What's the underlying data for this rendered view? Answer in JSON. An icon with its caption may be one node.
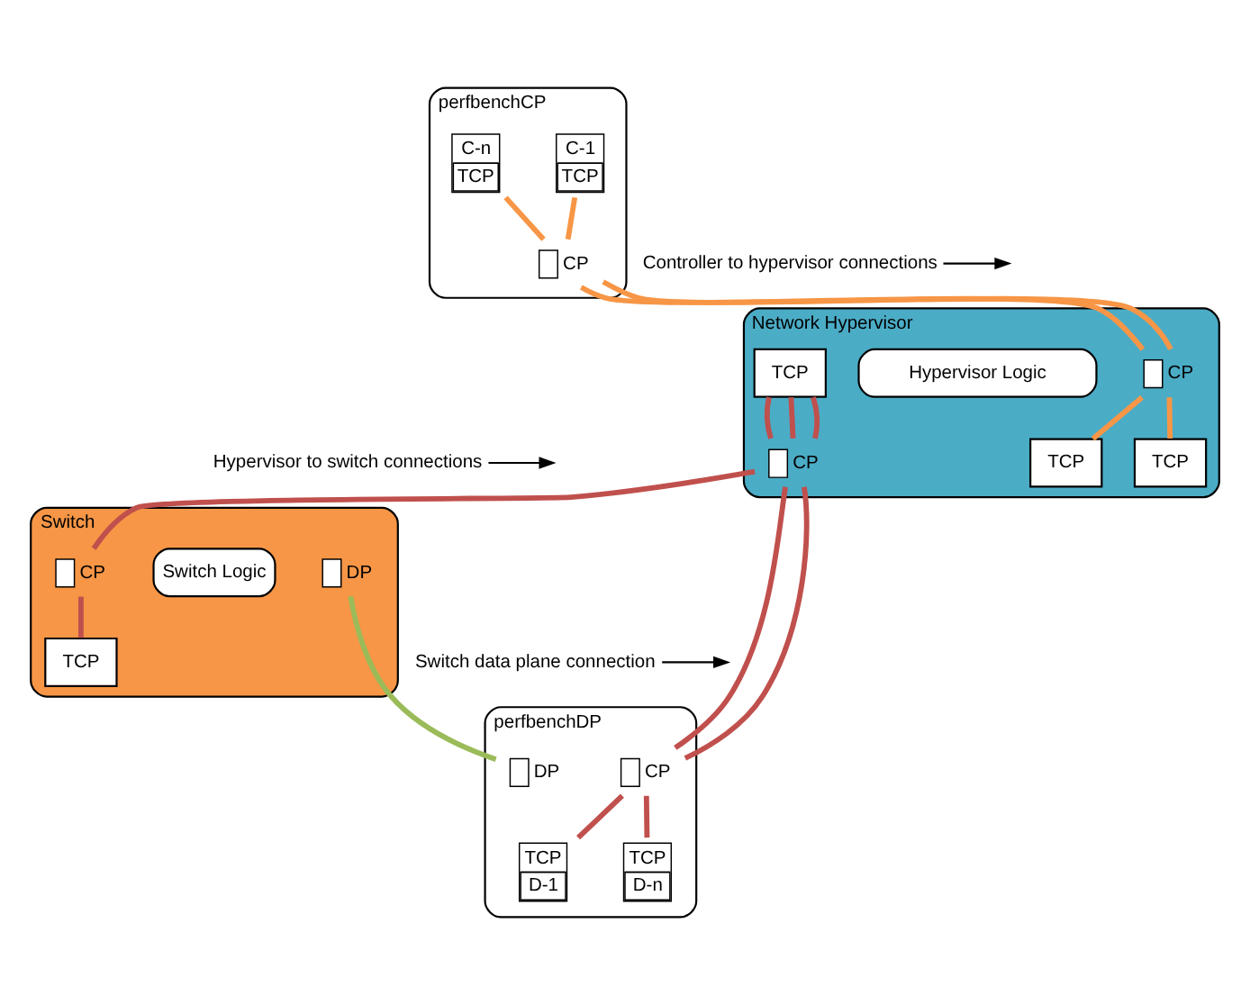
{
  "diagram": {
    "nodes": [
      {
        "text": [
          "perfbenchCP"
        ]
      },
      {
        "text": [
          "C-1",
          "TCP"
        ],
        "in": 0
      },
      {
        "text": [
          "C-n",
          "TCP"
        ],
        "in": 0
      },
      {
        "text": [],
        "shape": "box",
        "beside": [
          "CP"
        ],
        "in": 0
      },
      {
        "text": [
          "Network Hypervisor"
        ]
      },
      {
        "text": [],
        "shape": "box",
        "beside": [
          "CP"
        ],
        "in": 4
      },
      {
        "text": [
          "TCP"
        ],
        "in": 4
      },
      {
        "text": [
          "TCP"
        ],
        "in": 4
      },
      {
        "text": [
          "Hypervisor Logic"
        ],
        "in": 4
      },
      {
        "text": [
          "TCP"
        ],
        "in": 4
      },
      {
        "text": [],
        "shape": "box",
        "beside": [
          "CP"
        ],
        "in": 4
      },
      {
        "text": [
          "Switch"
        ]
      },
      {
        "text": [],
        "shape": "box",
        "beside": [
          "CP"
        ],
        "in": 11
      },
      {
        "text": [
          "Switch Logic"
        ],
        "in": 11
      },
      {
        "text": [
          "TCP"
        ],
        "in": 11
      },
      {
        "text": [],
        "shape": "box",
        "beside": [
          "DP"
        ],
        "in": 11
      },
      {
        "text": [
          "perfbenchDP"
        ]
      },
      {
        "text": [],
        "shape": "box",
        "beside": [
          "DP"
        ],
        "in": 16
      },
      {
        "text": [],
        "shape": "box",
        "beside": [
          "CP"
        ],
        "in": 16
      },
      {
        "text": [
          "TCP",
          "D-1"
        ],
        "in": 16
      },
      {
        "text": [
          "TCP",
          "D-n"
        ],
        "in": 16
      },
      {
        "text": [
          "Controller to hypervisor connections"
        ]
      },
      {
        "text": [
          "Hypervisor to switch connections"
        ]
      },
      {
        "text": [
          "Switch data plane connection"
        ]
      }
    ],
    "edges": [
      {
        "from": 1,
        "to": 3,
        "arrow": "none",
        "color": "#f79646"
      },
      {
        "from": 2,
        "to": 3,
        "arrow": "none",
        "color": "#f79646"
      },
      {
        "from": 3,
        "to": 5,
        "arrow": "none",
        "color": "#f79646"
      },
      {
        "from": 3,
        "to": 5,
        "arrow": "none",
        "color": "#f79646"
      },
      {
        "from": 5,
        "to": 6,
        "arrow": "none",
        "color": "#f79646"
      },
      {
        "from": 5,
        "to": 7,
        "arrow": "none",
        "color": "#f79646"
      },
      {
        "from": 9,
        "to": 10,
        "arrow": "none",
        "color": "#c0504d"
      },
      {
        "from": 9,
        "to": 10,
        "arrow": "none",
        "color": "#c0504d"
      },
      {
        "from": 9,
        "to": 10,
        "arrow": "none",
        "color": "#c0504d"
      },
      {
        "from": 10,
        "to": 12,
        "arrow": "none",
        "color": "#c0504d"
      },
      {
        "from": 12,
        "to": 14,
        "arrow": "none",
        "color": "#c0504d"
      },
      {
        "from": 10,
        "to": 18,
        "arrow": "none",
        "color": "#c0504d"
      },
      {
        "from": 10,
        "to": 18,
        "arrow": "none",
        "color": "#c0504d"
      },
      {
        "from": 18,
        "to": 19,
        "arrow": "none",
        "color": "#c0504d"
      },
      {
        "from": 18,
        "to": 20,
        "arrow": "none",
        "color": "#c0504d"
      },
      {
        "from": 15,
        "to": 17,
        "arrow": "none",
        "color": "#9bbb59"
      },
      {
        "from": 21,
        "to": null,
        "arrow": "to",
        "color": "#000000"
      },
      {
        "from": 22,
        "to": null,
        "arrow": "to",
        "color": "#000000"
      },
      {
        "from": 23,
        "to": null,
        "arrow": "to",
        "color": "#000000"
      }
    ]
  }
}
